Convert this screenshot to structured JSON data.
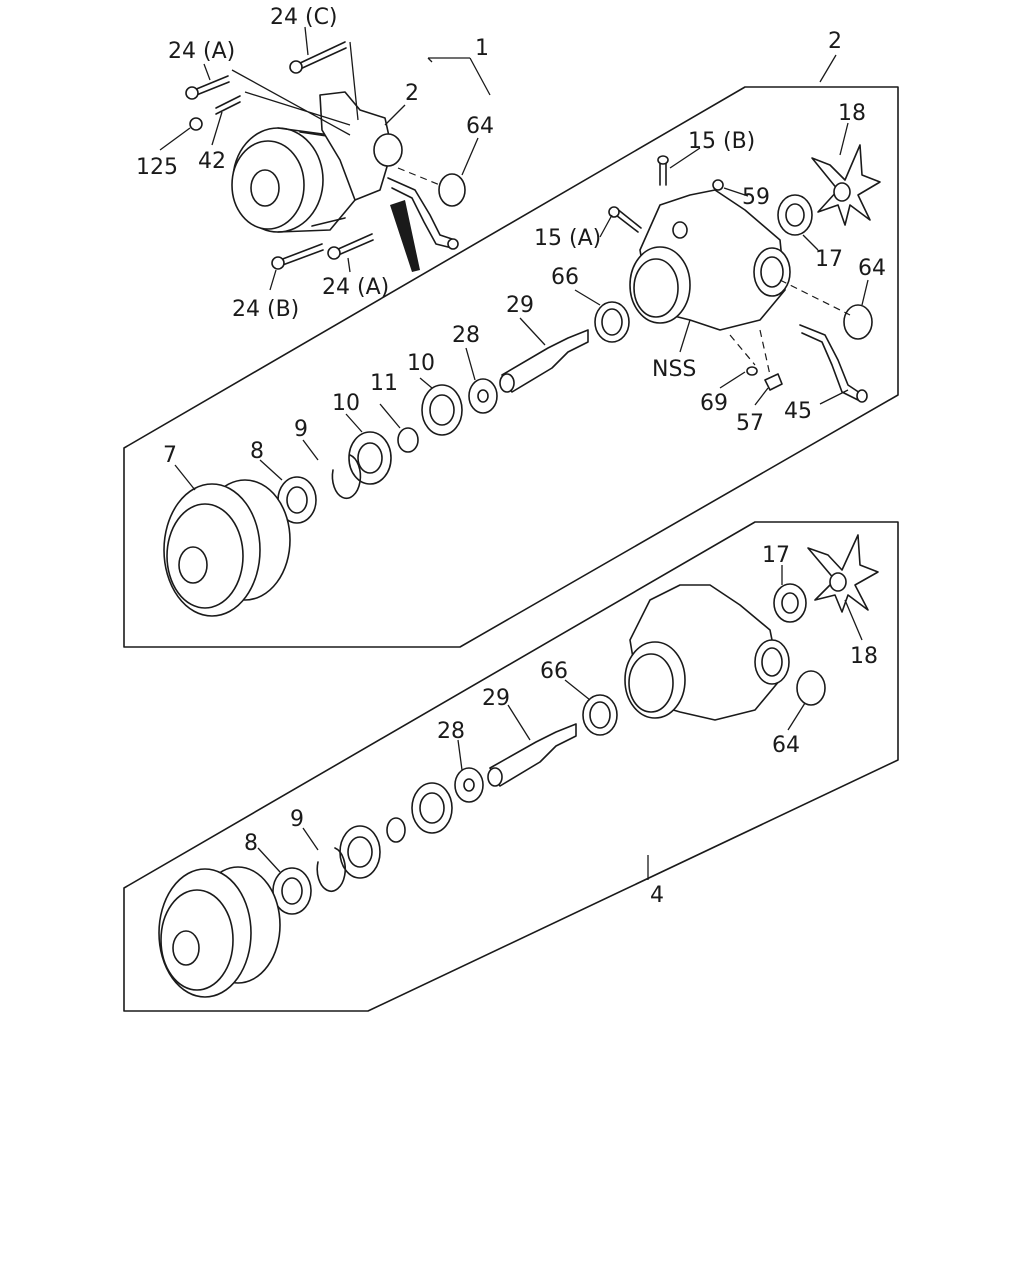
{
  "labels": {
    "l24c": "24 (C)",
    "l24a_top": "24 (A)",
    "l1": "1",
    "l2_top": "2",
    "l64_top": "64",
    "l125": "125",
    "l42": "42",
    "l24b": "24 (B)",
    "l24a_bot": "24 (A)",
    "l2_box": "2",
    "l18_a": "18",
    "l15b": "15 (B)",
    "l59": "59",
    "l15a": "15 (A)",
    "l17_a": "17",
    "l64_a": "64",
    "l66_a": "66",
    "l29_a": "29",
    "l28_a": "28",
    "l10_a": "10",
    "l11": "11",
    "l10_b": "10",
    "l9_a": "9",
    "l8_a": "8",
    "l7": "7",
    "lnss": "NSS",
    "l69": "69",
    "l57": "57",
    "l45": "45",
    "l17_b": "17",
    "l18_b": "18",
    "l66_b": "66",
    "l29_b": "29",
    "l28_b": "28",
    "l64_b": "64",
    "l9_b": "9",
    "l8_b": "8",
    "l4": "4"
  },
  "colors": {
    "ink": "#1a1a1a",
    "paper": "#ffffff"
  }
}
